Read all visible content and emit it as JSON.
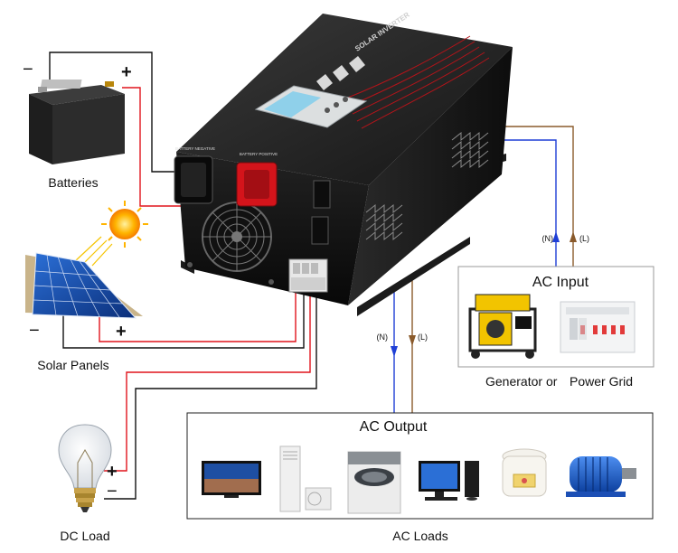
{
  "labels": {
    "batteries": "Batteries",
    "solar_panels": "Solar Panels",
    "dc_load": "DC Load",
    "ac_loads": "AC Loads",
    "ac_input": "AC Input",
    "ac_output": "AC Output",
    "generator": "Generator",
    "or": "or",
    "power_grid": "Power Grid"
  },
  "polarity": {
    "plus": "+",
    "minus": "−"
  },
  "wire_tags": {
    "neutral": "(N)",
    "live": "(L)"
  },
  "device_text": {
    "brand": "SOLAR INVERTER",
    "port_battery_neg": "BATTERY NEGATIVE",
    "port_battery_pos": "BATTERY POSITIVE"
  },
  "colors": {
    "positive_wire": "#e0141c",
    "negative_wire": "#111111",
    "neutral_wire": "#1f3fd6",
    "live_wire": "#8a5a2b",
    "or_text": "#e0141c"
  },
  "appliances": [
    "tv-icon",
    "air-conditioner-icon",
    "washing-machine-icon",
    "desktop-computer-icon",
    "rice-cooker-icon",
    "electric-motor-icon"
  ]
}
